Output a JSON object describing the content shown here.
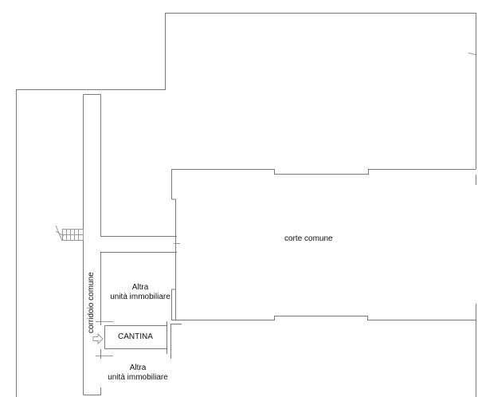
{
  "plan": {
    "rooms": [
      {
        "id": "corte",
        "label": "corte comune"
      },
      {
        "id": "altra1",
        "label_line1": "Altra",
        "label_line2": "unità immobiliare"
      },
      {
        "id": "cantina",
        "label": "CANTINA"
      },
      {
        "id": "altra2",
        "label_line1": "Altra",
        "label_line2": "unità immobiliare"
      }
    ],
    "corridor": {
      "label": "corridoio comune"
    },
    "icons": {
      "stairs": "stairs-icon",
      "entrance_arrow": "entrance-arrow-icon"
    },
    "colors": {
      "line": "#7a7a7a",
      "text": "#111111",
      "background": "#ffffff"
    }
  }
}
